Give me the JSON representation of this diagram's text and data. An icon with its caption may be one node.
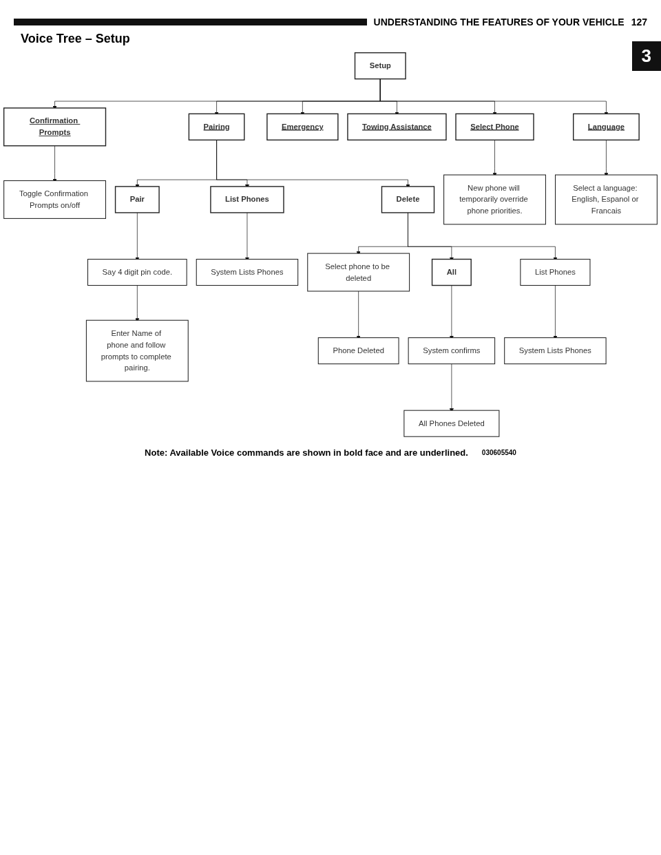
{
  "diagram": {
    "title": "Voice Tree – Setup",
    "nodes": [
      {
        "text": [
          "Setup"
        ]
      },
      {
        "text": [
          "Confirmation Prompts"
        ]
      },
      {
        "text": [
          "Pairing"
        ]
      },
      {
        "text": [
          "Emergency"
        ]
      },
      {
        "text": [
          "Towing Assistance"
        ]
      },
      {
        "text": [
          "Select Phone"
        ]
      },
      {
        "text": [
          "Language"
        ]
      },
      {
        "text": [
          "Toggle Confirmation Prompts on/off"
        ]
      },
      {
        "text": [
          "Pair"
        ]
      },
      {
        "text": [
          "List Phones"
        ]
      },
      {
        "text": [
          "Delete"
        ]
      },
      {
        "text": [
          "New phone will temporarily override phone priorities."
        ]
      },
      {
        "text": [
          "Select a language: English, Espanol or Francais"
        ]
      },
      {
        "text": [
          "Say 4 digit pin code."
        ]
      },
      {
        "text": [
          "System Lists Phones"
        ]
      },
      {
        "text": [
          "Select phone to be deleted"
        ]
      },
      {
        "text": [
          "All"
        ]
      },
      {
        "text": [
          "List Phones"
        ]
      },
      {
        "text": [
          "Enter Name of phone and follow prompts to complete pairing."
        ]
      },
      {
        "text": [
          "Phone Deleted"
        ]
      },
      {
        "text": [
          "System confirms"
        ]
      },
      {
        "text": [
          "System Lists Phones"
        ]
      },
      {
        "text": [
          "All Phones Deleted"
        ]
      }
    ],
    "edges": [
      {
        "from": 0,
        "to": 1,
        "arrow": "to"
      },
      {
        "from": 0,
        "to": 2,
        "arrow": "to"
      },
      {
        "from": 0,
        "to": 3,
        "arrow": "to"
      },
      {
        "from": 0,
        "to": 4,
        "arrow": "to"
      },
      {
        "from": 0,
        "to": 5,
        "arrow": "to"
      },
      {
        "from": 0,
        "to": 6,
        "arrow": "to"
      },
      {
        "from": 1,
        "to": 7,
        "arrow": "to"
      },
      {
        "from": 2,
        "to": 8,
        "arrow": "to"
      },
      {
        "from": 2,
        "to": 9,
        "arrow": "to"
      },
      {
        "from": 2,
        "to": 10,
        "arrow": "to"
      },
      {
        "from": 5,
        "to": 11,
        "arrow": "to"
      },
      {
        "from": 6,
        "to": 12,
        "arrow": "to"
      },
      {
        "from": 8,
        "to": 13,
        "arrow": "to"
      },
      {
        "from": 9,
        "to": 14,
        "arrow": "to"
      },
      {
        "from": 10,
        "to": 15,
        "arrow": "to"
      },
      {
        "from": 10,
        "to": 16,
        "arrow": "to"
      },
      {
        "from": 10,
        "to": 17,
        "arrow": "to"
      },
      {
        "from": 13,
        "to": 18,
        "arrow": "to"
      },
      {
        "from": 15,
        "to": 19,
        "arrow": "to"
      },
      {
        "from": 16,
        "to": 20,
        "arrow": "to"
      },
      {
        "from": 17,
        "to": 21,
        "arrow": "to"
      },
      {
        "from": 20,
        "to": 22,
        "arrow": "to"
      }
    ],
    "labels": [
      "UNDERSTANDING THE FEATURES OF YOUR VEHICLE",
      "127",
      "3",
      "Note: Available Voice commands are shown in bold face and are underlined.",
      "030605540"
    ]
  }
}
